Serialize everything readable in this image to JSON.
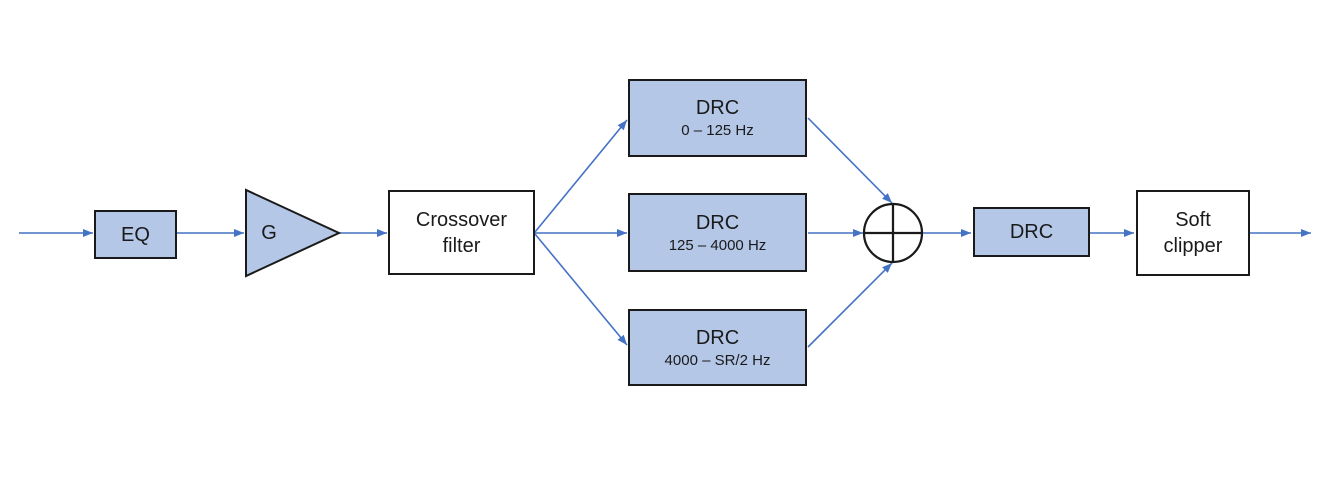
{
  "diagram": {
    "type": "block-diagram",
    "colors": {
      "node_fill": "#b4c7e7",
      "node_border": "#1a1a1a",
      "connector": "#4472c4",
      "background": "#ffffff"
    },
    "nodes": {
      "eq": {
        "label": "EQ"
      },
      "gain": {
        "label": "G"
      },
      "crossover": {
        "label": "Crossover filter"
      },
      "drc_low": {
        "label": "DRC",
        "range": "0 – 125 Hz"
      },
      "drc_mid": {
        "label": "DRC",
        "range": "125 – 4000 Hz"
      },
      "drc_high": {
        "label": "DRC",
        "range": "4000 – SR/2 Hz"
      },
      "summing": {
        "symbol": "circled-plus"
      },
      "drc_post": {
        "label": "DRC"
      },
      "soft_clipper": {
        "label": "Soft clipper"
      }
    },
    "edges": [
      "input → EQ",
      "EQ → G",
      "G → Crossover filter",
      "Crossover filter → DRC 0 – 125 Hz",
      "Crossover filter → DRC 125 – 4000 Hz",
      "Crossover filter → DRC 4000 – SR/2 Hz",
      "DRC 0 – 125 Hz → summing junction",
      "DRC 125 – 4000 Hz → summing junction",
      "DRC 4000 – SR/2 Hz → summing junction",
      "summing junction → DRC",
      "DRC → Soft clipper",
      "Soft clipper → output"
    ]
  }
}
